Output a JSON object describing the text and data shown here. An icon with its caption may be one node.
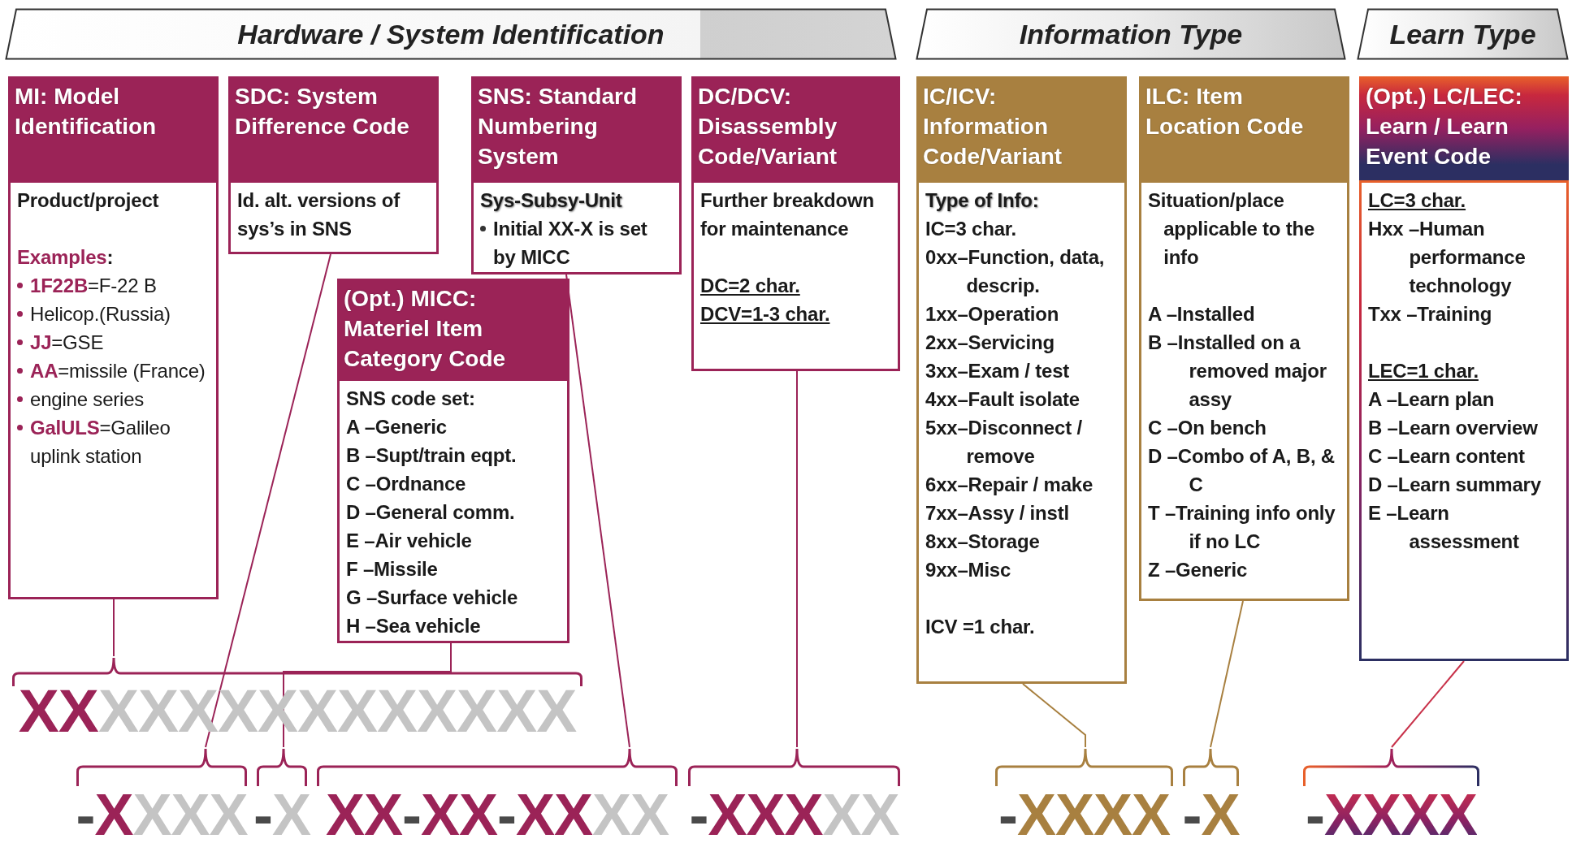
{
  "diagram": {
    "nodes": [
      {
        "text": [
          "Hardware / System Identification"
        ]
      },
      {
        "text": [
          "Information Type"
        ]
      },
      {
        "text": [
          "Learn Type"
        ]
      },
      {
        "text": [
          "MI: Model Identification",
          "Product/project",
          "**Examples**:",
          "**1F22B**=F-22 B",
          "Helicop.(Russia)",
          "**JJ**=GSE",
          "**AA**=missile (France)",
          "engine series",
          "**GalULS**=Galileo uplink station"
        ]
      },
      {
        "text": [
          "SDC: System Difference Code",
          "Id. alt. versions of sys’s in SNS"
        ]
      },
      {
        "text": [
          "SNS: Standard Numbering System",
          "Sys-Subsy-Unit",
          "Initial XX-X is set by MICC"
        ]
      },
      {
        "text": [
          "(Opt.) MICC: Materiel Item Category Code",
          "SNS code set:",
          "A –Generic",
          "B –Supt/train eqpt.",
          "C –Ordnance",
          "D –General comm.",
          "E –Air vehicle",
          "F –Missile",
          "G –Surface vehicle",
          "H –Sea vehicle"
        ]
      },
      {
        "text": [
          "DC/DCV: Disassembly Code/Variant",
          "Further breakdown for maintenance",
          "DC=2 char.",
          "DCV=1-3 char."
        ]
      },
      {
        "text": [
          "IC/ICV: Information Code/Variant",
          "Type of Info:",
          "IC=3 char.",
          "0xx–Function, data, descrip.",
          "1xx–Operation",
          "2xx–Servicing",
          "3xx–Exam / test",
          "4xx–Fault isolate",
          "5xx–Disconnect / remove",
          "6xx–Repair / make",
          "7xx–Assy / instl",
          "8xx–Storage",
          "9xx–Misc",
          "ICV =1 char."
        ]
      },
      {
        "text": [
          "ILC: Item Location Code",
          "Situation/place applicable to the info",
          "A –Installed",
          "B –Installed on a removed major assy",
          "C –On bench",
          "D –Combo of A, B, & C",
          "T –Training info only if no LC",
          "Z –Generic"
        ]
      },
      {
        "text": [
          "(Opt.) LC/LEC: Learn / Learn Event Code",
          "LC=3 char.",
          "Hxx –Human performance technology",
          "Txx –Training",
          "LEC=1 char.",
          "A –Learn plan",
          "B –Learn overview",
          "C –Learn content",
          "D –Learn summary",
          "E –Learn assessment"
        ]
      },
      {
        "text": [
          "XX",
          "XXXXXXXXXXXX"
        ]
      },
      {
        "text": [
          "-",
          "X",
          "XXX"
        ]
      },
      {
        "text": [
          "-",
          "X"
        ]
      },
      {
        "text": [
          "XX",
          "-",
          "XX",
          "-",
          "XX",
          "XX"
        ]
      },
      {
        "text": [
          "-",
          "XXX",
          "XX"
        ]
      },
      {
        "text": [
          "-",
          "XXXX"
        ]
      },
      {
        "text": [
          "-",
          "X"
        ]
      },
      {
        "text": [
          "-",
          "XXXX"
        ]
      }
    ],
    "edges": [
      {
        "from": 3,
        "to": 11,
        "arrow": "none"
      },
      {
        "from": 4,
        "to": 12,
        "arrow": "none"
      },
      {
        "from": 6,
        "to": 13,
        "arrow": "none"
      },
      {
        "from": 5,
        "to": 14,
        "arrow": "none"
      },
      {
        "from": 7,
        "to": 15,
        "arrow": "none"
      },
      {
        "from": 8,
        "to": 16,
        "arrow": "none",
        "color": "#a88040"
      },
      {
        "from": 9,
        "to": 17,
        "arrow": "none",
        "color": "#a88040"
      },
      {
        "from": 10,
        "to": 18,
        "arrow": "none",
        "color": "#c8324a"
      }
    ]
  }
}
